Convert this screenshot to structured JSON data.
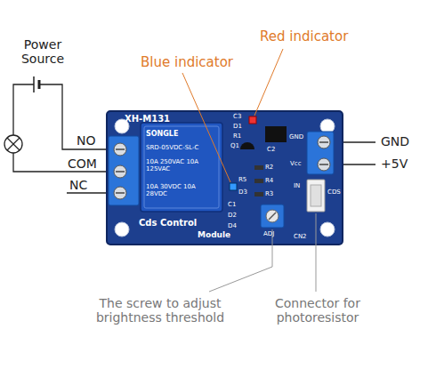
{
  "diagram": {
    "nodes": [
      {
        "text": [
          "XH-M131",
          "Cds Control",
          "Module"
        ]
      },
      {
        "text": [
          "SONGLE",
          "SRD-05VDC-SL-C",
          "10A 250VAC 10A 125VAC",
          "10A 30VDC 10A 28VDC"
        ],
        "in": 0
      }
    ],
    "labels": [
      "Power Source",
      "NO",
      "COM",
      "NC",
      "GND",
      "+5V",
      "Red indicator",
      "Blue indicator",
      "The screw to adjust brightness threshold",
      "Connector for photoresistor",
      "C3",
      "D1",
      "R1",
      "Q1",
      "C2",
      "R2",
      "R5",
      "D3",
      "R4",
      "R3",
      "C1",
      "D2",
      "D4",
      "GND",
      "Vcc",
      "IN",
      "ADJ",
      "CN2",
      "CDS"
    ]
  }
}
